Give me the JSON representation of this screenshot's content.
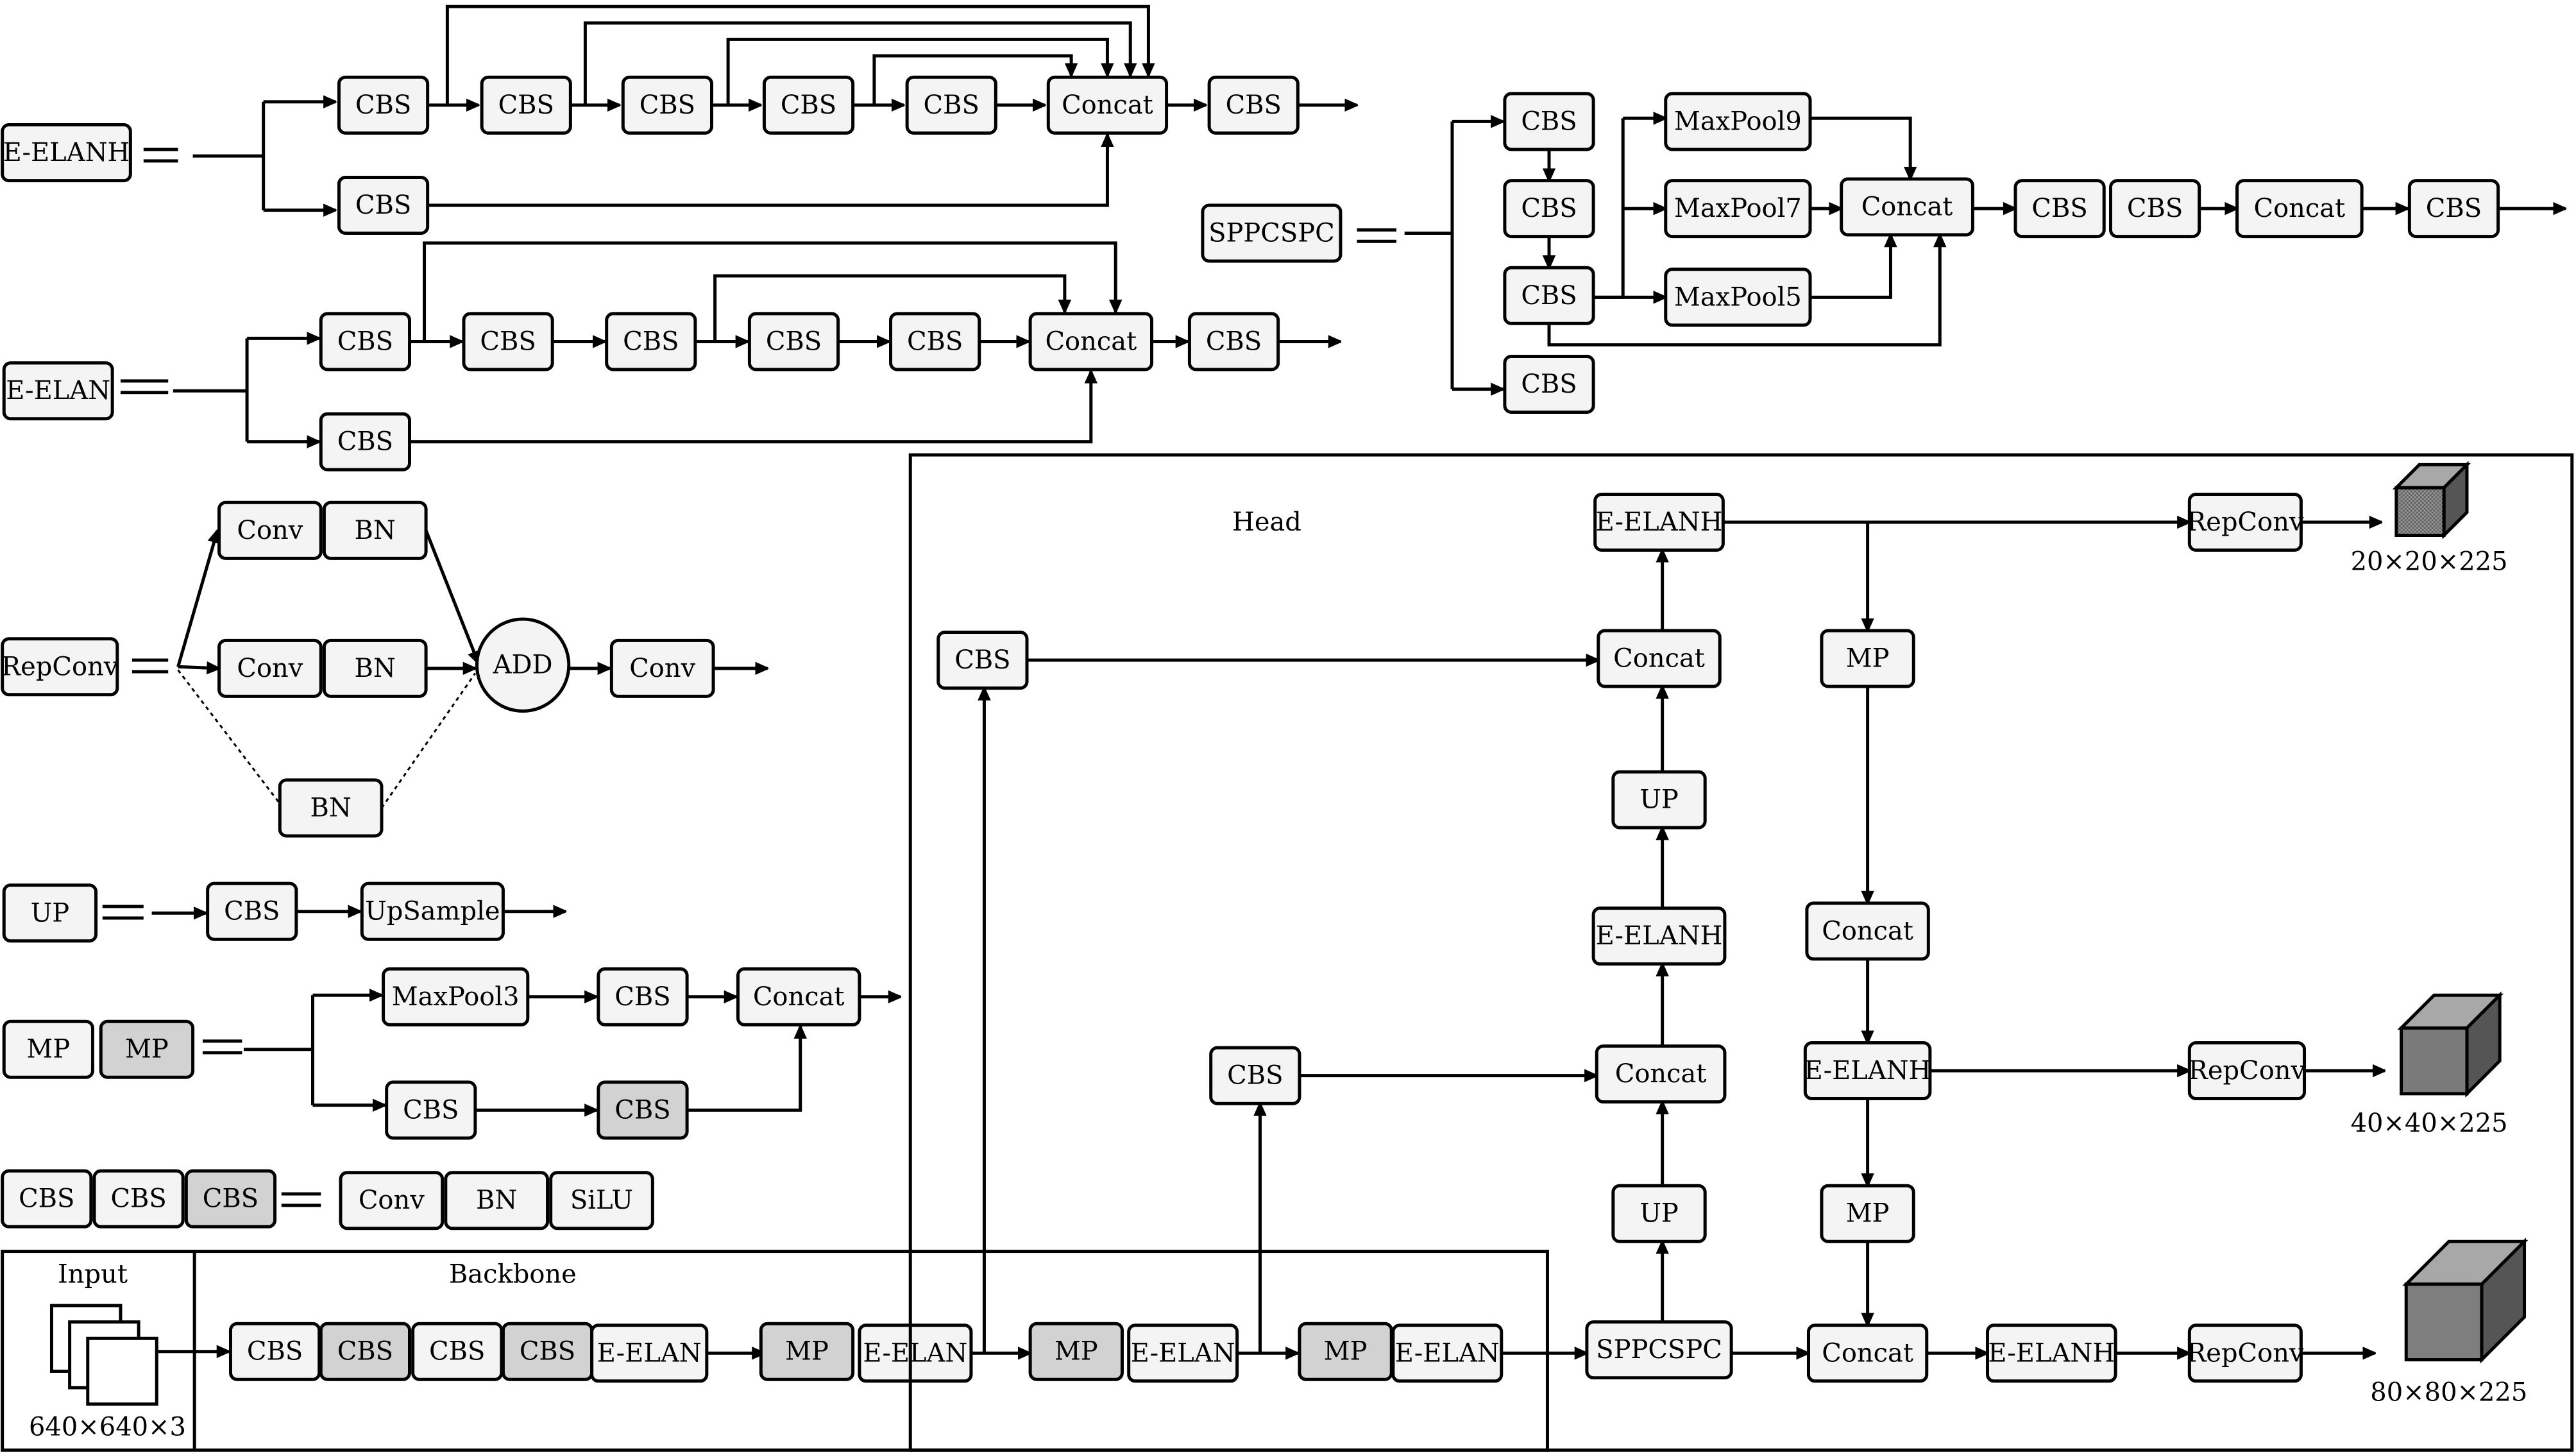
{
  "labels": {
    "cbs": "CBS",
    "concat": "Concat",
    "e_elanh": "E-ELANH",
    "e_elan": "E-ELAN",
    "sppcspc": "SPPCSPC",
    "maxpool9": "MaxPool9",
    "maxpool7": "MaxPool7",
    "maxpool5": "MaxPool5",
    "maxpool3": "MaxPool3",
    "repconv": "RepConv",
    "conv": "Conv",
    "bn": "BN",
    "add": "ADD",
    "up": "UP",
    "upsample": "UpSample",
    "mp": "MP",
    "silu": "SiLU"
  },
  "sections": {
    "head": "Head",
    "backbone": "Backbone",
    "input": "Input"
  },
  "sizes": {
    "input": "640×640×3",
    "out_small": "20×20×225",
    "out_medium": "40×40×225",
    "out_large": "80×80×225"
  },
  "colors": {
    "box_fill": "#f4f4f4",
    "box_dark_fill": "#d2d2d2",
    "stroke": "#000000",
    "cube_small": "#6e6e6e",
    "cube_medium": "#7a7a7a",
    "cube_large": "#7e7e7e"
  },
  "icons": [
    "input-images-icon",
    "output-cube-icon"
  ]
}
